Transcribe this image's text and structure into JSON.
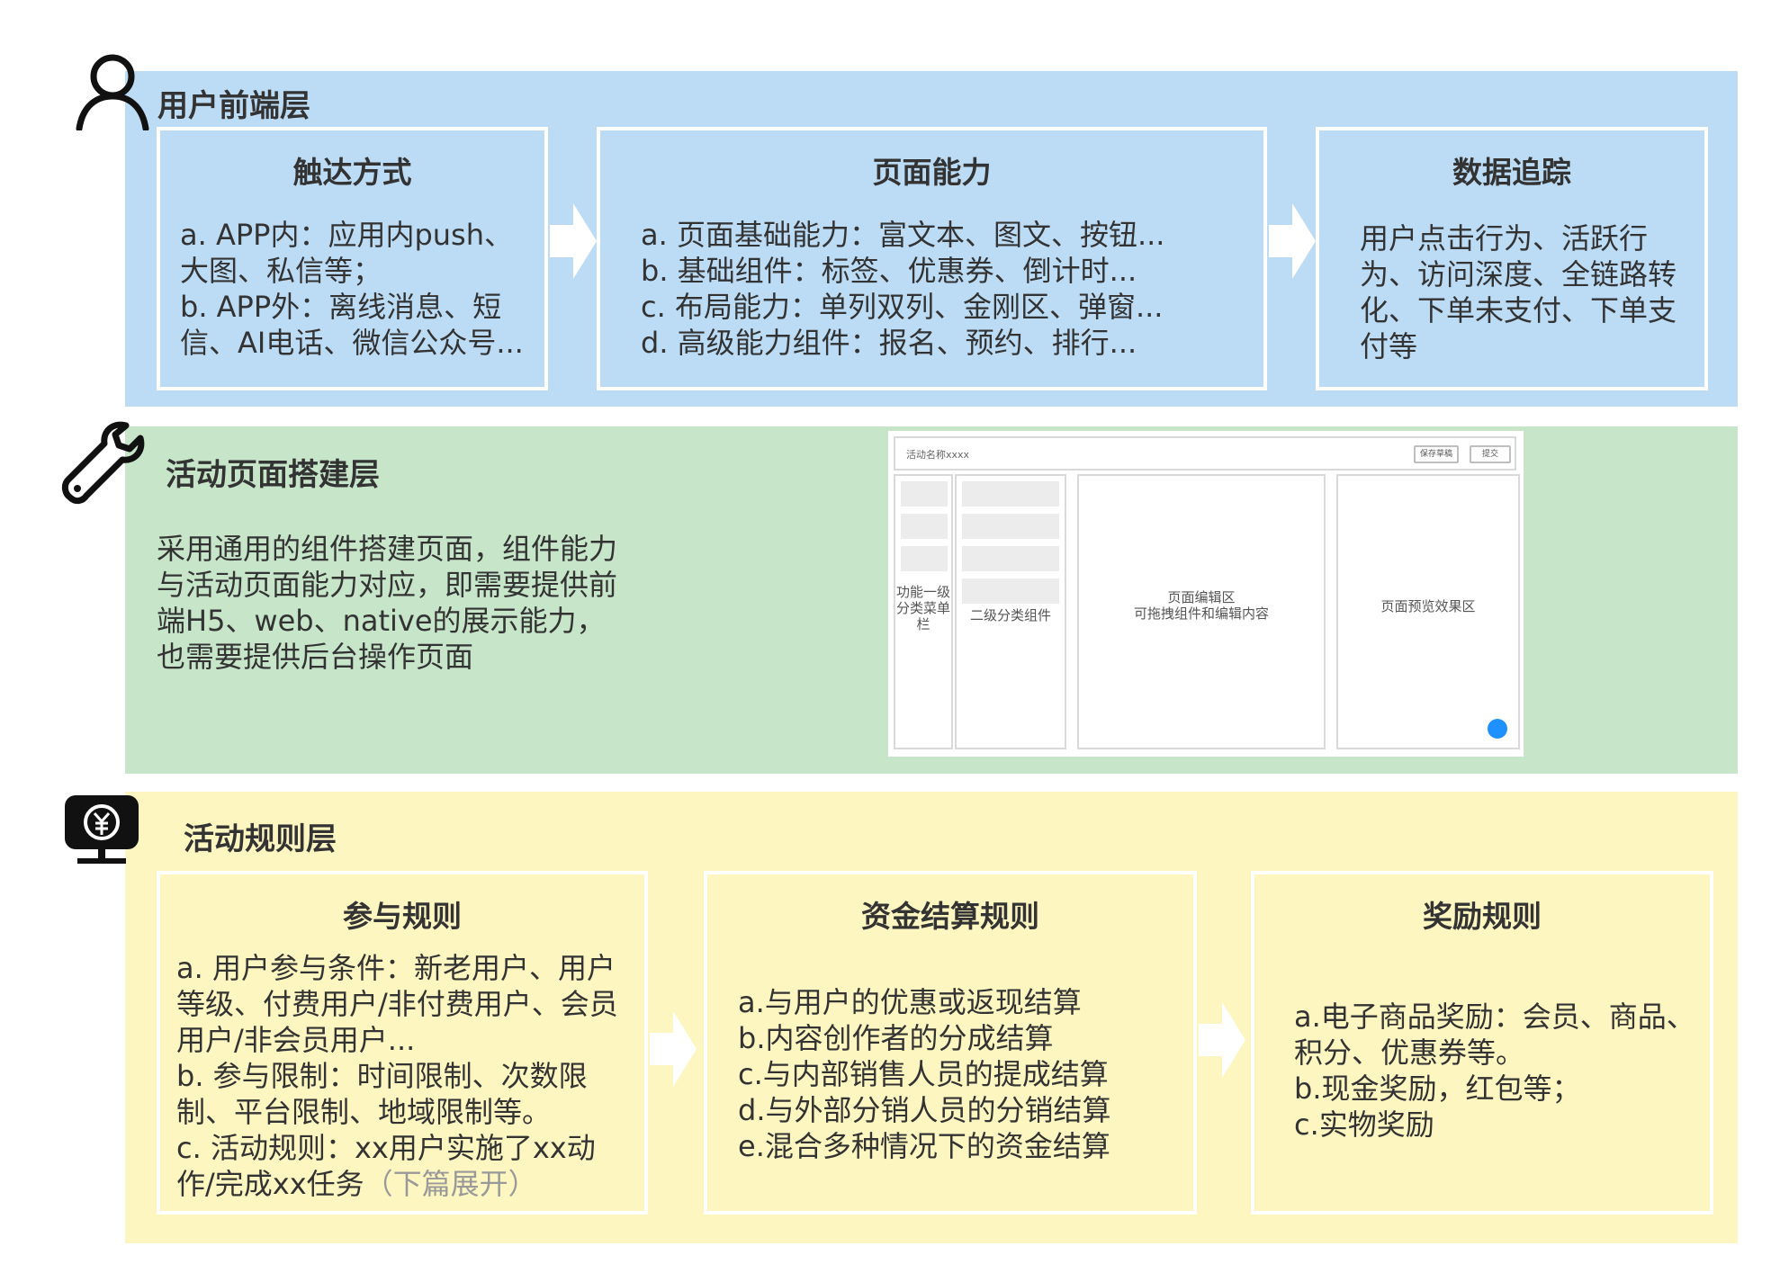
{
  "layers": {
    "frontend": {
      "title": "用户前端层",
      "boxes": [
        {
          "title": "触达方式",
          "lines": [
            "a. APP内：应用内push、",
            "大图、私信等；",
            "b. APP外：离线消息、短",
            "信、AI电话、微信公众号..."
          ]
        },
        {
          "title": "页面能力",
          "lines": [
            "a. 页面基础能力：富文本、图文、按钮...",
            "b. 基础组件：标签、优惠券、倒计时...",
            "c. 布局能力：单列双列、金刚区、弹窗...",
            "d. 高级能力组件：报名、预约、排行..."
          ]
        },
        {
          "title": "数据追踪",
          "lines": [
            "用户点击行为、活跃行",
            "为、访问深度、全链路转",
            "化、下单未支付、下单支",
            "付等"
          ]
        }
      ]
    },
    "builder": {
      "title": "活动页面搭建层",
      "lines": [
        "采用通用的组件搭建页面，组件能力",
        "与活动页面能力对应，即需要提供前",
        "端H5、web、native的展示能力，",
        "也需要提供后台操作页面"
      ],
      "mockup": {
        "top_title": "活动名称xxxx",
        "buttons": [
          "保存草稿",
          "提交"
        ],
        "col1": [
          "功能一级",
          "分类菜单",
          "栏"
        ],
        "col2": "二级分类组件",
        "col3": [
          "页面编辑区",
          "可拖拽组件和编辑内容"
        ],
        "col4": "页面预览效果区"
      }
    },
    "rules": {
      "title": "活动规则层",
      "boxes": [
        {
          "title": "参与规则",
          "lines": [
            "a. 用户参与条件：新老用户、用户",
            "等级、付费用户/非付费用户、会员",
            "用户/非会员用户...",
            "b. 参与限制：时间限制、次数限",
            "制、平台限制、地域限制等。",
            "c. 活动规则：xx用户实施了xx动"
          ],
          "last_line": "作/完成xx任务",
          "last_line_muted": "（下篇展开）"
        },
        {
          "title": "资金结算规则",
          "lines": [
            "a.与用户的优惠或返现结算",
            "b.内容创作者的分成结算",
            "c.与内部销售人员的提成结算",
            "d.与外部分销人员的分销结算",
            "e.混合多种情况下的资金结算"
          ]
        },
        {
          "title": "奖励规则",
          "lines": [
            "a.电子商品奖励：会员、商品、",
            "积分、优惠券等。",
            "b.现金奖励，红包等；",
            "c.实物奖励"
          ]
        }
      ]
    }
  },
  "icons": [
    "user-icon",
    "wrench-icon",
    "yuan-monitor-icon",
    "arrow-right-icon"
  ],
  "colors": {
    "frontend_bg": "#bcdcf6",
    "builder_bg": "#c6e5c9",
    "rules_bg": "#fdf6c0",
    "box_border": "#ffffff",
    "muted_text": "#999999"
  }
}
